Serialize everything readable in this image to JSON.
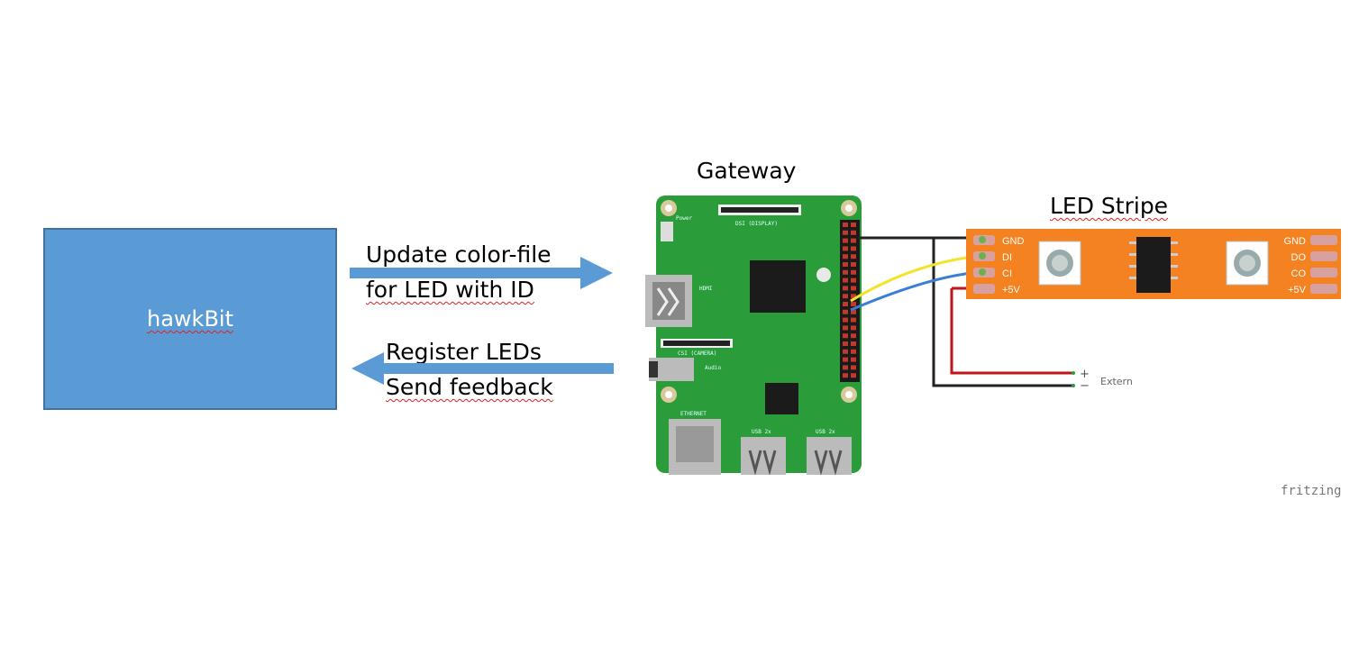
{
  "nodes": {
    "hawkbit": "hawkBit",
    "gateway": "Gateway",
    "led_stripe": "LED Stripe"
  },
  "arrows": {
    "to_gateway": {
      "line1": "Update color-file",
      "line2": "for LED with ID"
    },
    "to_hawkbit": {
      "line1": "Register LEDs",
      "line2": "Send feedback"
    }
  },
  "stripe_pins_left": [
    "GND",
    "DI",
    "CI",
    "+5V"
  ],
  "stripe_pins_right": [
    "GND",
    "DO",
    "CO",
    "+5V"
  ],
  "power": {
    "plus": "+",
    "minus": "−",
    "label": "Extern"
  },
  "pi_labels": {
    "dsi": "DSI (DISPLAY)",
    "csi": "CSI (CAMERA)",
    "hdmi": "HDMI",
    "audio": "Audio",
    "ethernet": "ETHERNET",
    "usb1": "USB 2x",
    "usb2": "USB 2x",
    "power": "Power"
  },
  "watermark": "fritzing",
  "colors": {
    "hawkbit_fill": "#5b9bd5",
    "arrow": "#5b9bd5",
    "board": "#2a9d3a",
    "stripe": "#f58220",
    "wire_yellow": "#f2e32b",
    "wire_blue": "#3a7fd5",
    "wire_red": "#c0141b",
    "wire_black": "#222222"
  }
}
